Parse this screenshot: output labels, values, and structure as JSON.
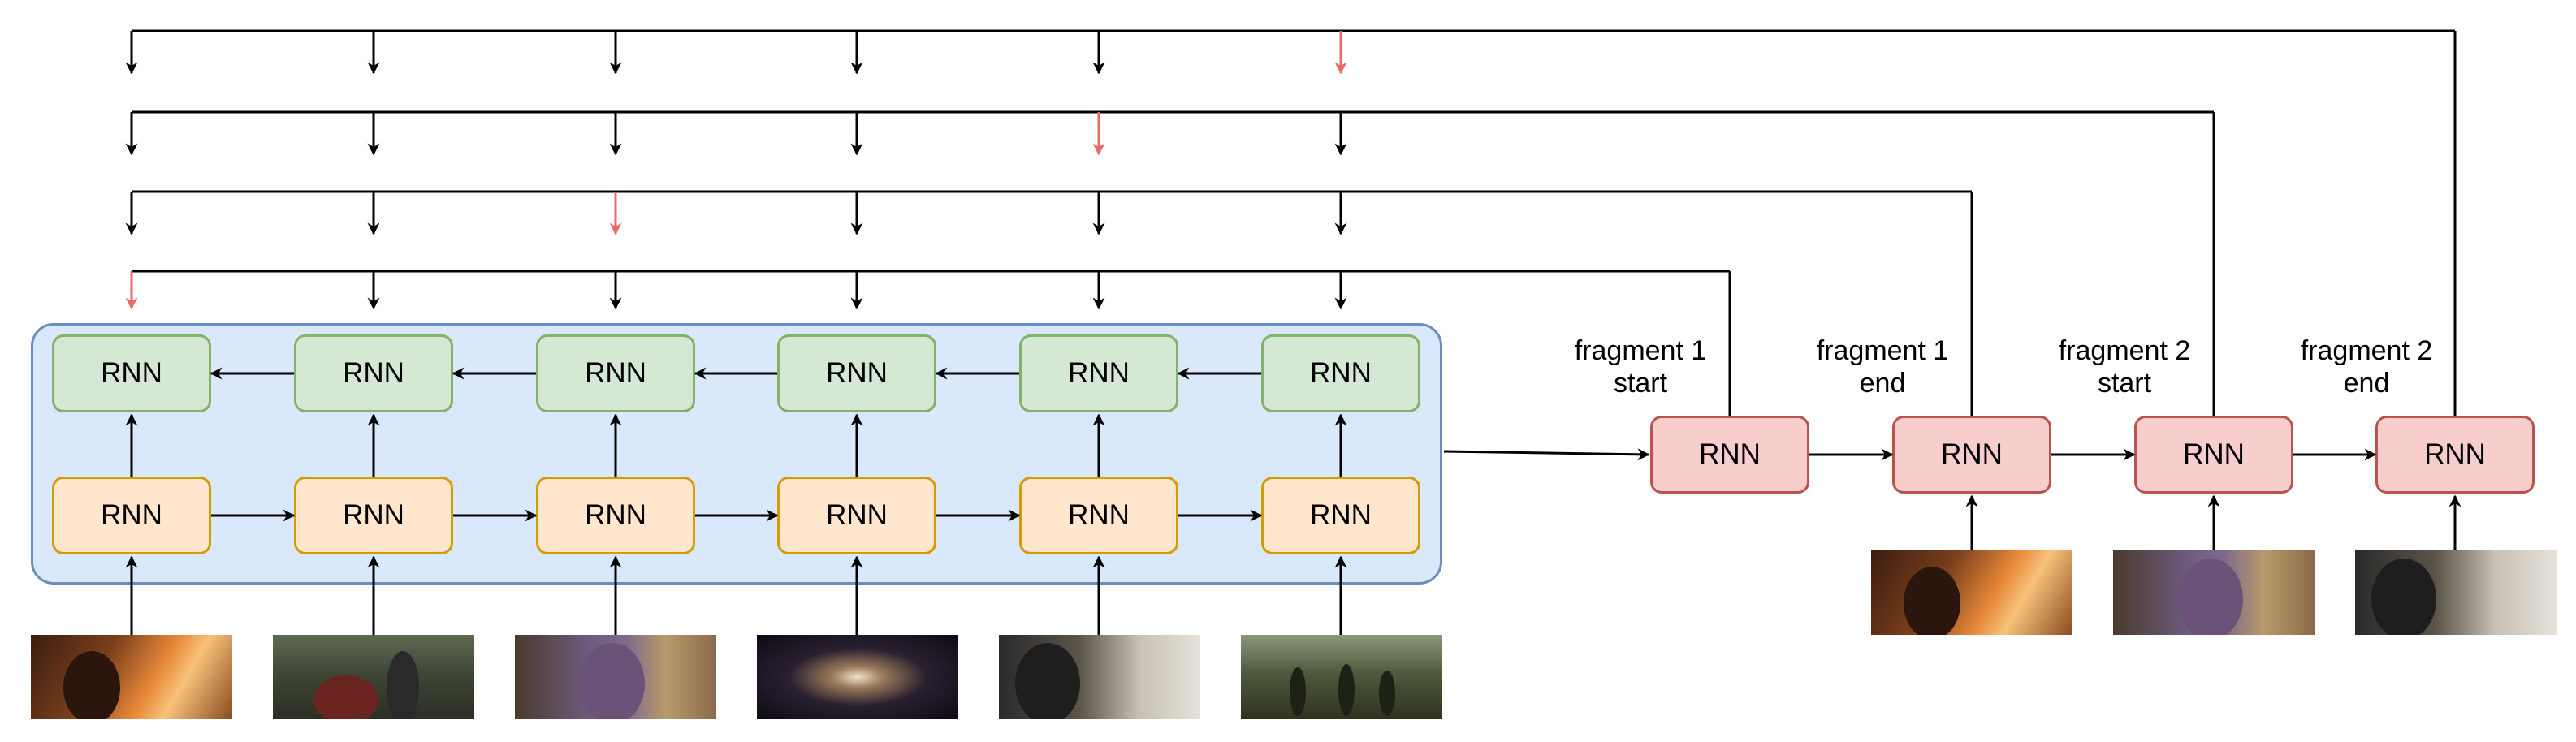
{
  "colors": {
    "encoder_fill": "#dae8fc",
    "encoder_border": "#6c8ebf",
    "backward_rnn_fill": "#d5e8d4",
    "backward_rnn_border": "#82b366",
    "forward_rnn_fill": "#ffe6cc",
    "forward_rnn_border": "#d79b00",
    "decoder_rnn_fill": "#f8cecc",
    "decoder_rnn_border": "#b85450",
    "selected_arrow": "#ea6b66",
    "arrow": "#000000"
  },
  "encoder": {
    "backward_nodes": [
      "RNN",
      "RNN",
      "RNN",
      "RNN",
      "RNN",
      "RNN"
    ],
    "forward_nodes": [
      "RNN",
      "RNN",
      "RNN",
      "RNN",
      "RNN",
      "RNN"
    ],
    "frames": [
      "fire-scene-frame",
      "robot-scene-frame",
      "purple-giant-frame",
      "space-scene-frame",
      "soldier-frame",
      "battle-field-frame"
    ]
  },
  "decoder": {
    "nodes": [
      {
        "label": "RNN",
        "caption": [
          "fragment 1",
          "start"
        ]
      },
      {
        "label": "RNN",
        "caption": [
          "fragment 1",
          "end"
        ],
        "frame": "fire-scene-frame"
      },
      {
        "label": "RNN",
        "caption": [
          "fragment 2",
          "start"
        ],
        "frame": "purple-giant-frame"
      },
      {
        "label": "RNN",
        "caption": [
          "fragment 2",
          "end"
        ],
        "frame": "soldier-frame"
      }
    ]
  },
  "pointers": {
    "description_free": true,
    "selected_index_by_step": [
      0,
      2,
      4,
      5
    ]
  }
}
